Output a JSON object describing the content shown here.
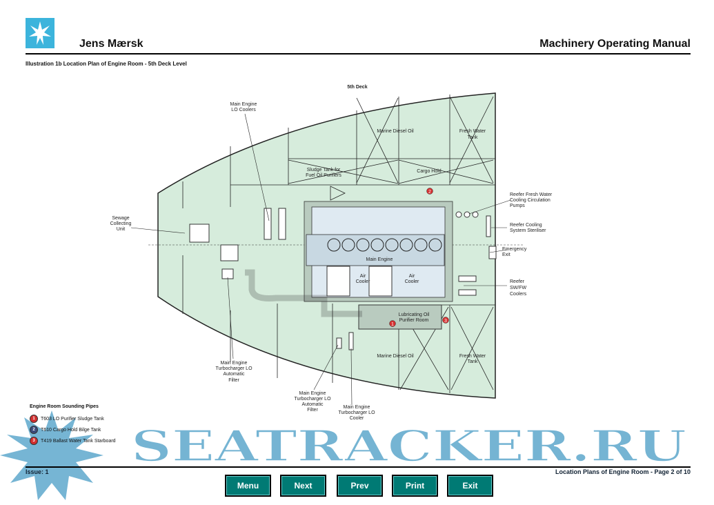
{
  "header": {
    "ship_name": "Jens Mærsk",
    "manual_title": "Machinery Operating Manual",
    "illustration_title": "Illustration 1b Location Plan of Engine Room - 5th Deck Level"
  },
  "plan": {
    "deck_label": "5th Deck",
    "labels": {
      "me_lo_coolers": [
        "Main Engine",
        "LO Coolers"
      ],
      "sewage": [
        "Sewage",
        "Collecting",
        "Unit"
      ],
      "mdo_top": [
        "Marine Diesel Oil"
      ],
      "fw_top": [
        "Fresh Water",
        "Tank"
      ],
      "sludge": [
        "Sludge Tank for",
        "Fuel Oil Purifiers"
      ],
      "cargo_hold": [
        "Cargo Hold"
      ],
      "reefer_fw_pumps": [
        "Reefer Fresh Water",
        "Cooling Circulation",
        "Pumps"
      ],
      "reefer_steriliser": [
        "Reefer Cooling",
        "System Steriliser"
      ],
      "emergency_exit": [
        "Emergency",
        "Exit"
      ],
      "reefer_coolers": [
        "Reefer",
        "SW/FW",
        "Coolers"
      ],
      "main_engine": [
        "Main Engine"
      ],
      "air_cooler_1": [
        "Air",
        "Cooler"
      ],
      "air_cooler_2": [
        "Air",
        "Cooler"
      ],
      "lo_purifier_room": [
        "Lubricating Oil",
        "Purifier Room"
      ],
      "mdo_bottom": [
        "Marine Diesel Oil"
      ],
      "fw_bottom": [
        "Fresh Water",
        "Tank"
      ],
      "tc_filter_1": [
        "Main Engine",
        "Turbocharger LO",
        "Automatic",
        "Filter"
      ],
      "tc_filter_2": [
        "Main Engine",
        "Turbocharger LO",
        "Automatic",
        "Filter"
      ],
      "tc_cooler": [
        "Main Engine",
        "Turbocharger LO",
        "Cooler"
      ]
    },
    "markers": [
      "1",
      "2",
      "3"
    ]
  },
  "legend": {
    "title": "Engine Room Sounding Pipes",
    "items": [
      {
        "num": "1",
        "label": "T603 LO Purifier Sludge Tank",
        "color": "#d32f2f"
      },
      {
        "num": "2",
        "label": "T610 Cargo Hold Bilge Tank",
        "color": "#3a4a7a"
      },
      {
        "num": "3",
        "label": "T419 Ballast Water Tank Starboard",
        "color": "#d32f2f"
      }
    ]
  },
  "footer": {
    "issue": "Issue: 1",
    "page_info": "Location Plans of Engine Room  -  Page 2 of 10"
  },
  "nav": {
    "menu": "Menu",
    "next": "Next",
    "prev": "Prev",
    "print": "Print",
    "exit": "Exit"
  },
  "watermark": "SEATRACKER.RU",
  "colors": {
    "hull": "#d6ecdc",
    "engine_room": "#b9cbbf",
    "engine": "#dfeaf2",
    "button": "#007a74",
    "logo": "#3cb4dc"
  }
}
